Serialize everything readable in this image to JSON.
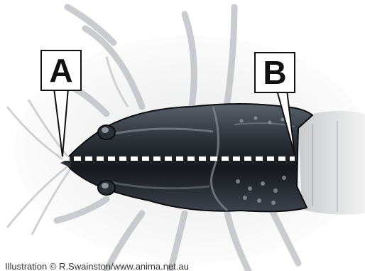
{
  "labels": {
    "a": "A",
    "b": "B"
  },
  "credit": "Illustration © R.Swainston/www.anima.net.au",
  "colors": {
    "shell": "#1c2026",
    "measure_line": "#ffffff",
    "callout_border": "#111111"
  }
}
